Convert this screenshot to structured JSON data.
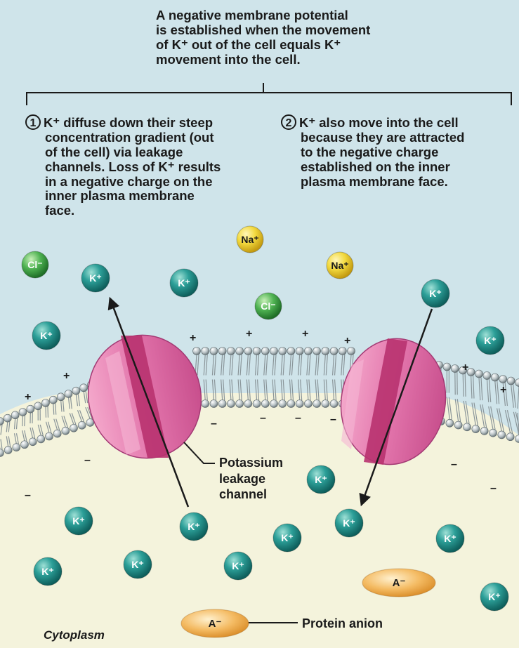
{
  "caption": {
    "lines": [
      "A negative membrane potential",
      "is established when the movement",
      "of K⁺ out of the cell equals K⁺",
      "movement into the cell."
    ]
  },
  "step1": {
    "number": "1",
    "lines": [
      "K⁺ diffuse down their steep",
      "concentration gradient (out",
      "of the cell) via leakage",
      "channels. Loss of K⁺ results",
      "in a negative charge on the",
      "inner plasma membrane",
      "face."
    ]
  },
  "step2": {
    "number": "2",
    "lines": [
      "K⁺ also move into the cell",
      "because they are attracted",
      "to the negative charge",
      "established on the inner",
      "plasma membrane face."
    ]
  },
  "labels": {
    "channel_lines": [
      "Potassium",
      "leakage",
      "channel"
    ],
    "cytoplasm": "Cytoplasm",
    "protein_anion": "Protein anion"
  },
  "ion_symbols": {
    "potassium": "K⁺",
    "sodium": "Na⁺",
    "chloride": "Cl⁻",
    "anion": "A⁻"
  },
  "charges": {
    "positive": "+",
    "negative": "–"
  },
  "colors": {
    "extracellular": "#cfe4ea",
    "cytoplasm": "#f4f3dc",
    "potassium_ion": "#1f8d88",
    "sodium_ion": "#f1d83c",
    "chloride_ion": "#45ad4b",
    "protein_anion": "#f2b45a",
    "channel_protein": "#e06fa5"
  }
}
